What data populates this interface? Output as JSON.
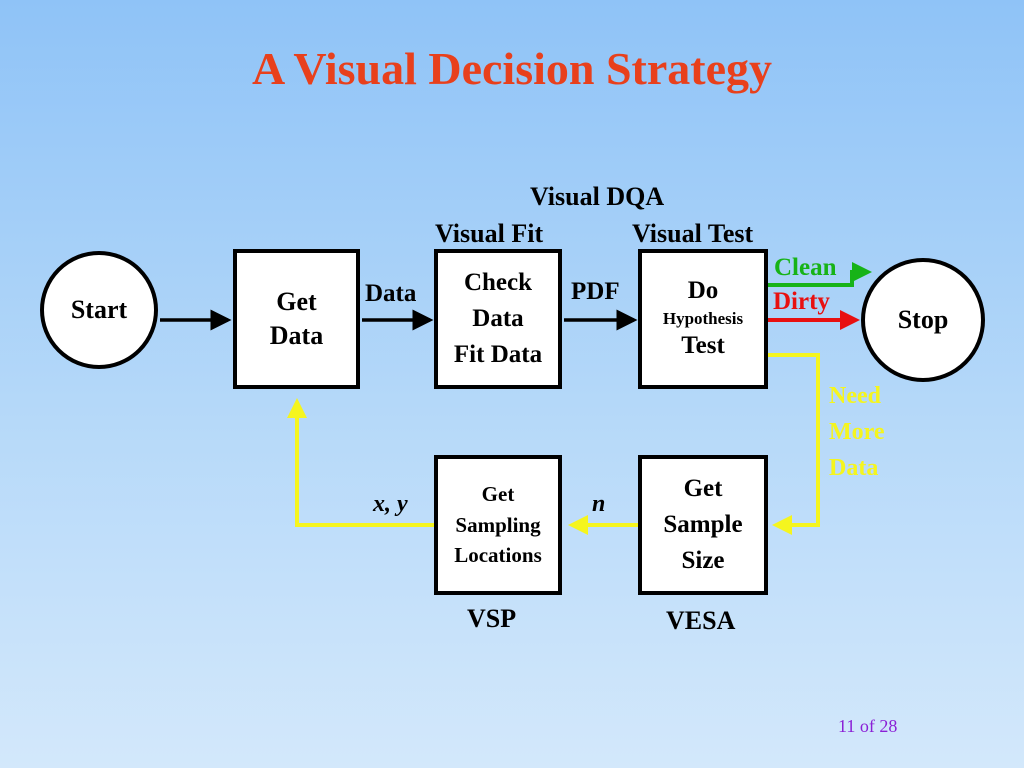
{
  "title": "A Visual Decision Strategy",
  "nodes": {
    "start": "Start",
    "get_data": [
      "Get",
      "Data"
    ],
    "check_data": [
      "Check",
      "Data",
      "Fit Data"
    ],
    "do_test": [
      "Do",
      "Hypothesis",
      "Test"
    ],
    "stop": "Stop",
    "get_sampling": [
      "Get",
      "Sampling",
      "Locations"
    ],
    "get_sample_size": [
      "Get",
      "Sample",
      "Size"
    ]
  },
  "labels": {
    "visual_dqa": "Visual DQA",
    "visual_fit": "Visual Fit",
    "visual_test": "Visual Test",
    "data": "Data",
    "pdf": "PDF",
    "clean": "Clean",
    "dirty": "Dirty",
    "need_more_data": [
      "Need",
      "More",
      "Data"
    ],
    "xy": "x, y",
    "n": "n",
    "vsp": "VSP",
    "vesa": "VESA"
  },
  "colors": {
    "title": "#e8401c",
    "clean": "#17b317",
    "dirty": "#e81010",
    "need_more": "#f5f51e",
    "page": "#8a1fd6"
  },
  "page_number": "11 of 28"
}
